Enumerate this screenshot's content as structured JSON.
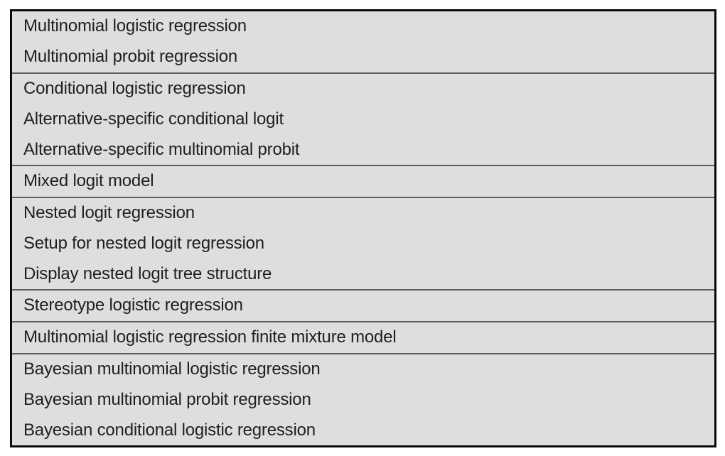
{
  "table": {
    "description": "Table of discrete choice regression model names, grouped by model family",
    "colors": {
      "background": "#dedede",
      "outer_border": "#0a0a0a",
      "group_divider": "#5f5f5f",
      "text": "#1f1f1f",
      "page_background": "#ffffff"
    },
    "groups": [
      {
        "items": [
          "Multinomial logistic regression",
          "Multinomial probit regression"
        ]
      },
      {
        "items": [
          "Conditional logistic regression",
          "Alternative-specific conditional logit",
          "Alternative-specific multinomial probit"
        ]
      },
      {
        "items": [
          "Mixed logit model"
        ]
      },
      {
        "items": [
          "Nested logit regression",
          "Setup for nested logit regression",
          "Display nested logit tree structure"
        ]
      },
      {
        "items": [
          "Stereotype logistic regression"
        ]
      },
      {
        "items": [
          "Multinomial logistic regression finite mixture model"
        ]
      },
      {
        "items": [
          "Bayesian multinomial logistic regression",
          "Bayesian multinomial probit regression",
          "Bayesian conditional logistic regression"
        ]
      }
    ]
  }
}
